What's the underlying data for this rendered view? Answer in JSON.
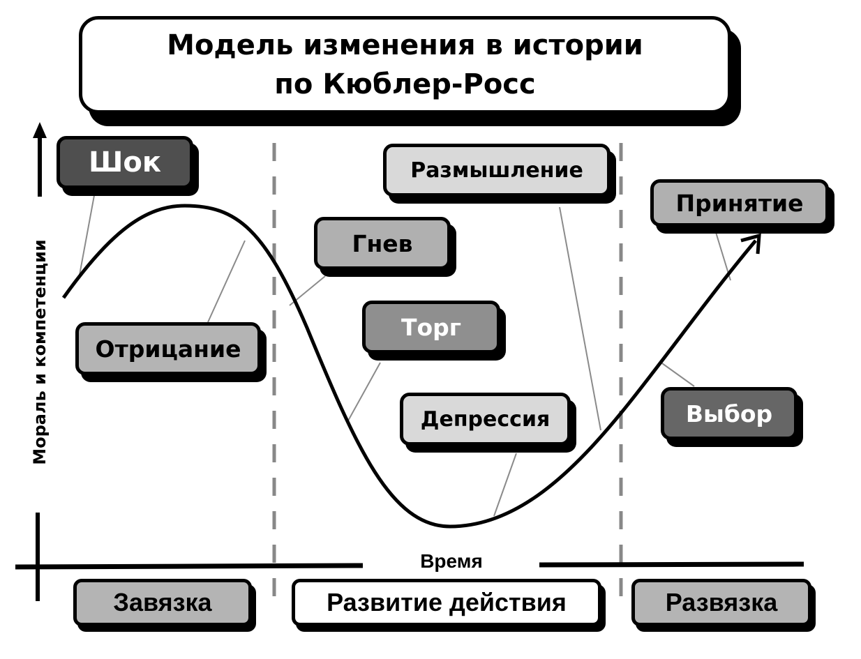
{
  "title": {
    "line1": "Модель изменения в истории",
    "line2": "по Кюблер-Росс"
  },
  "axes": {
    "y_label": "Мораль и компетенции",
    "x_label": "Время"
  },
  "stages": [
    {
      "id": "shock",
      "label": "Шок",
      "fill": "#4f4f4f",
      "text_color": "#ffffff"
    },
    {
      "id": "denial",
      "label": "Отрицание",
      "fill": "#b4b4b4",
      "text_color": "#000000"
    },
    {
      "id": "anger",
      "label": "Гнев",
      "fill": "#b0b0b0",
      "text_color": "#000000"
    },
    {
      "id": "bargaining",
      "label": "Торг",
      "fill": "#8f8f8f",
      "text_color": "#ffffff"
    },
    {
      "id": "depression",
      "label": "Депрессия",
      "fill": "#d9d9d9",
      "text_color": "#000000"
    },
    {
      "id": "reflection",
      "label": "Размышление",
      "fill": "#d9d9d9",
      "text_color": "#000000"
    },
    {
      "id": "choice",
      "label": "Выбор",
      "fill": "#666666",
      "text_color": "#ffffff"
    },
    {
      "id": "acceptance",
      "label": "Принятие",
      "fill": "#b0b0b0",
      "text_color": "#000000"
    }
  ],
  "phases": [
    {
      "id": "setup",
      "label": "Завязка",
      "fill": "#b4b4b4"
    },
    {
      "id": "rising-action",
      "label": "Развитие действия",
      "fill": "#ffffff"
    },
    {
      "id": "resolution",
      "label": "Развязка",
      "fill": "#b4b4b4"
    }
  ],
  "colors": {
    "ink": "#000000",
    "leader_line": "#8a8a8a",
    "divider": "#888888"
  }
}
